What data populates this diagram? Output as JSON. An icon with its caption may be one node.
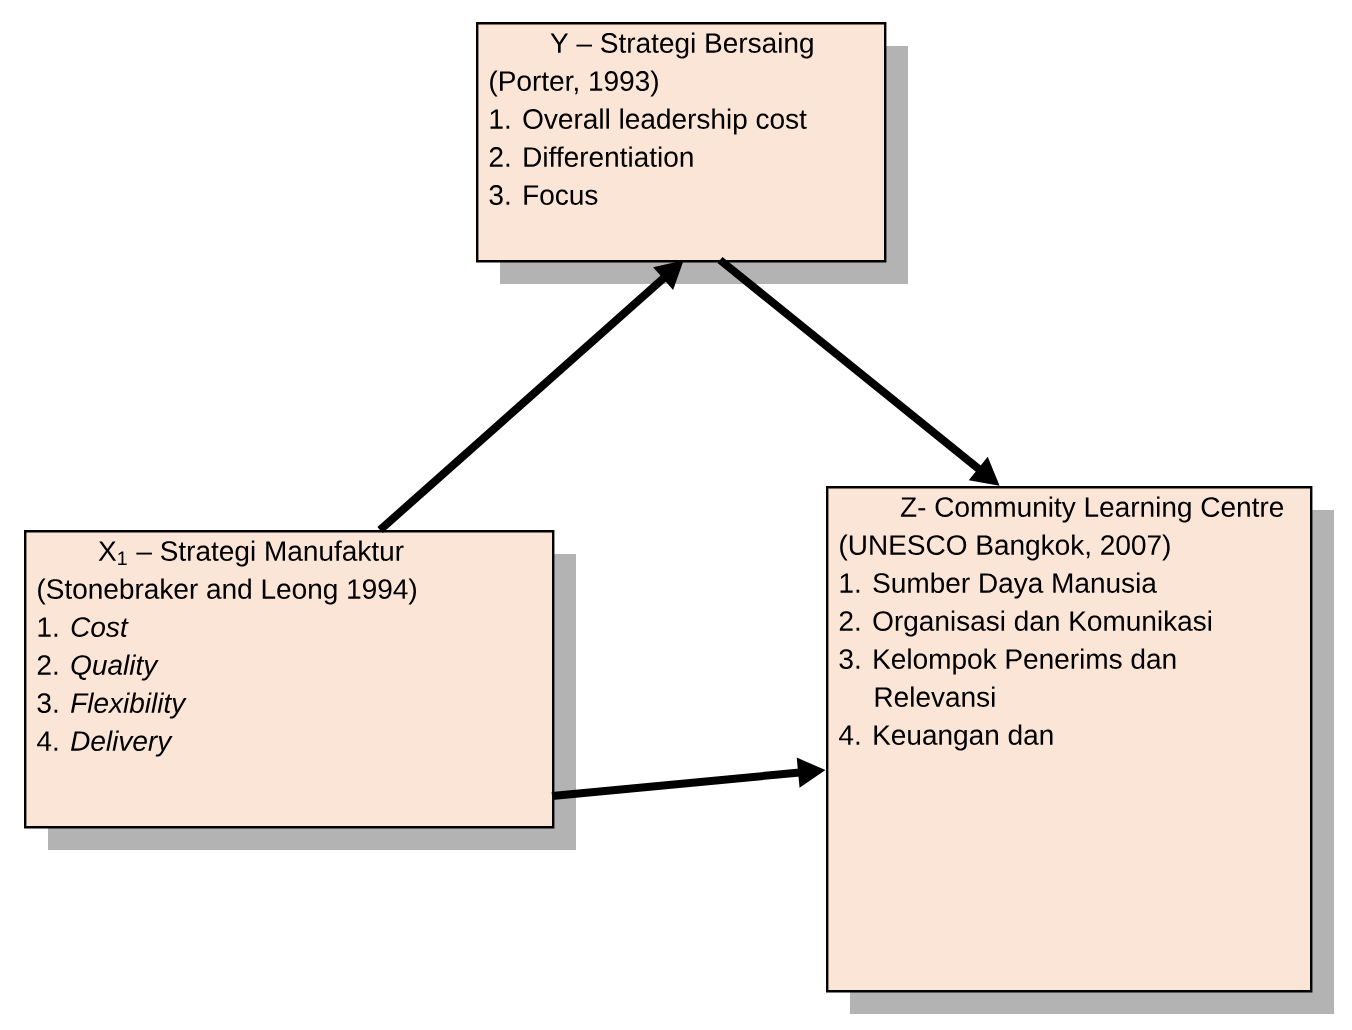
{
  "diagram": {
    "nodes": [
      {
        "text": [
          "Y – Strategi Bersaing (Porter, 1993)",
          "1. Overall leadership cost",
          "2. Differentiation",
          "3. Focus"
        ]
      },
      {
        "text": [
          "X$_{1}$ – Strategi Manufaktur (Stonebraker and Leong 1994)",
          "1. *Cost*",
          "2. *Quality*",
          "3. *Flexibility*",
          "4. *Delivery*"
        ]
      },
      {
        "text": [
          "Z- Community Learning Centre (UNESCO Bangkok, 2007)",
          "1. Sumber Daya Manusia",
          "2. Organisasi dan Komunikasi",
          "3. Kelompok Penerims dan Relevansi",
          "4. Keuangan dan"
        ]
      }
    ],
    "edges": [
      {
        "from": 1,
        "to": 0,
        "arrow": "to"
      },
      {
        "from": 0,
        "to": 2,
        "arrow": "to"
      },
      {
        "from": 1,
        "to": 2,
        "arrow": "to"
      }
    ]
  }
}
